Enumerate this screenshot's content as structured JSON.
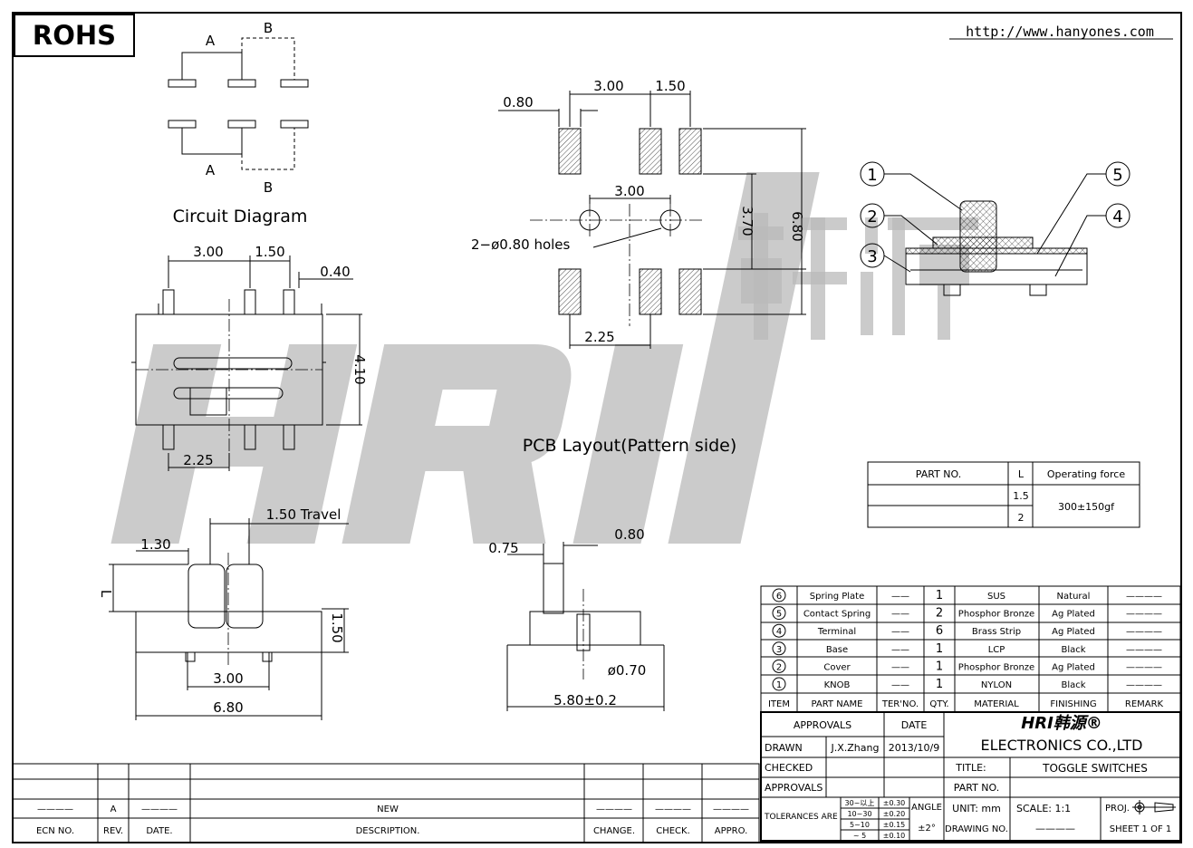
{
  "rohs": "ROHS",
  "url": "http://www.hanyones.com",
  "watermark": "HRI韩源",
  "circuit": {
    "title": "Circuit Diagram",
    "label_a": "A",
    "label_b": "B"
  },
  "front_view": {
    "dim_300": "3.00",
    "dim_150": "1.50",
    "dim_040": "0.40",
    "dim_410": "4.10",
    "dim_225": "2.25"
  },
  "pcb": {
    "title": "PCB Layout(Pattern side)",
    "dim_080": "0.80",
    "dim_300": "3.00",
    "dim_150": "1.50",
    "dim_300b": "3.00",
    "dim_370": "3.70",
    "dim_680": "6.80",
    "dim_225": "2.25",
    "holes": "2−ø0.80  holes"
  },
  "side_view": {
    "dim_travel": "1.50  Travel",
    "dim_130": "1.30",
    "dim_L": "L",
    "dim_150": "1.50",
    "dim_300": "3.00",
    "dim_680": "6.80"
  },
  "end_view": {
    "dim_075": "0.75",
    "dim_080": "0.80",
    "dim_070": "ø0.70",
    "dim_580": "5.80±0.2"
  },
  "section": {
    "callouts": [
      "1",
      "2",
      "3",
      "4",
      "5"
    ]
  },
  "part_table": {
    "headers": [
      "PART NO.",
      "L",
      "Operating force"
    ],
    "l_values": [
      "1.5",
      "2"
    ],
    "force": "300±150gf"
  },
  "bom": {
    "headers": [
      "ITEM",
      "PART NAME",
      "TER'NO.",
      "QTY.",
      "MATERIAL",
      "FINISHING",
      "REMARK"
    ],
    "rows": [
      {
        "item": "6",
        "name": "Spring Plate",
        "ter": "——",
        "qty": "1",
        "material": "SUS",
        "finishing": "Natural",
        "remark": "————"
      },
      {
        "item": "5",
        "name": "Contact Spring",
        "ter": "——",
        "qty": "2",
        "material": "Phosphor Bronze",
        "finishing": "Ag Plated",
        "remark": "————"
      },
      {
        "item": "4",
        "name": "Terminal",
        "ter": "——",
        "qty": "6",
        "material": "Brass Strip",
        "finishing": "Ag Plated",
        "remark": "————"
      },
      {
        "item": "3",
        "name": "Base",
        "ter": "——",
        "qty": "1",
        "material": "LCP",
        "finishing": "Black",
        "remark": "————"
      },
      {
        "item": "2",
        "name": "Cover",
        "ter": "——",
        "qty": "1",
        "material": "Phosphor Bronze",
        "finishing": "Ag Plated",
        "remark": "————"
      },
      {
        "item": "1",
        "name": "KNOB",
        "ter": "——",
        "qty": "1",
        "material": "NYLON",
        "finishing": "Black",
        "remark": "————"
      }
    ]
  },
  "title_block": {
    "approvals": "APPROVALS",
    "date": "DATE",
    "drawn": "DRAWN",
    "drawn_by": "J.X.Zhang",
    "drawn_date": "2013/10/9",
    "checked": "CHECKED",
    "approvals2": "APPROVALS",
    "company": "ELECTRONICS  CO.,LTD",
    "logo": "HRI韩源®",
    "title_label": "TITLE:",
    "title": "TOGGLE  SWITCHES",
    "part_no": "PART  NO.",
    "tolerances": "TOLERANCES  ARE",
    "tol_ranges": [
      "30~以上",
      "10~30",
      "5~10",
      "~ 5"
    ],
    "tol_values": [
      "±0.30",
      "±0.20",
      "±0.15",
      "±0.10"
    ],
    "angle": "ANGLE",
    "angle_value": "±2°",
    "unit": "UNIT:  mm",
    "scale": "SCALE:    1:1",
    "proj": "PROJ.",
    "drawing_no": "DRAWING  NO.",
    "drawing_no_value": "————",
    "sheet": "SHEET   1  OF  1"
  },
  "revision": {
    "headers": [
      "ECN  NO.",
      "REV.",
      "DATE.",
      "DESCRIPTION.",
      "CHANGE.",
      "CHECK.",
      "APPRO."
    ],
    "rev": "A",
    "description": "NEW",
    "blank": "————"
  }
}
